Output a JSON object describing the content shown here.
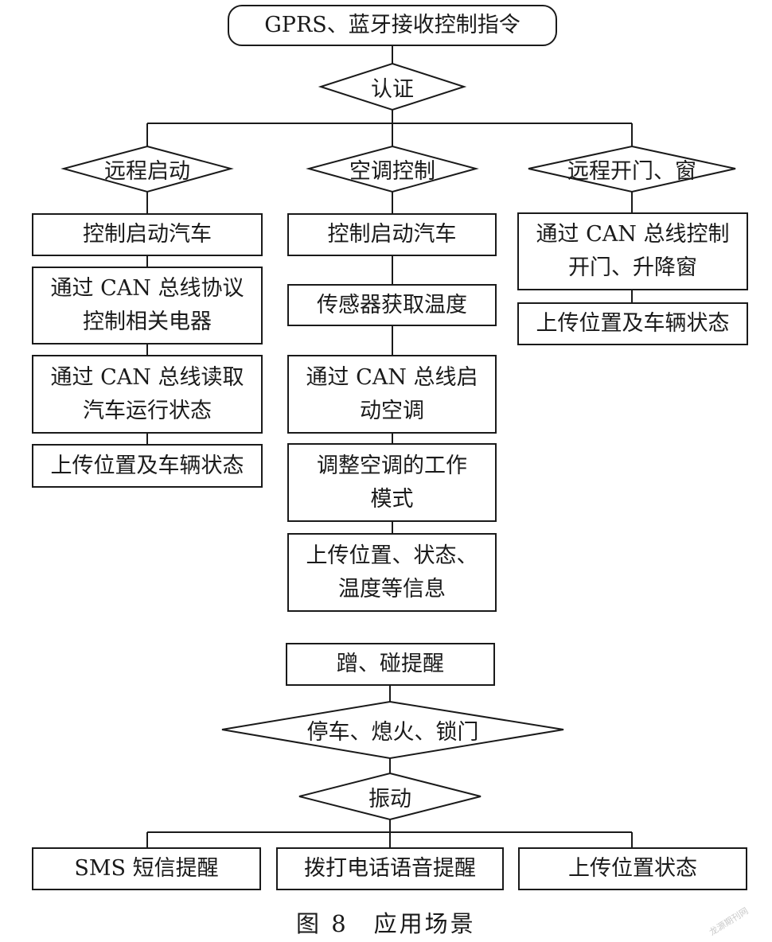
{
  "top": {
    "start": "GPRS、蓝牙接收控制指令",
    "auth": "认证"
  },
  "branches": {
    "remote_start": {
      "decision": "远程启动",
      "steps": [
        "控制启动汽车",
        "通过 CAN 总线协议\n控制相关电器",
        "通过 CAN 总线读取\n汽车运行状态",
        "上传位置及车辆状态"
      ]
    },
    "air_conditioning": {
      "decision": "空调控制",
      "steps": [
        "控制启动汽车",
        "传感器获取温度",
        "通过 CAN 总线启\n动空调",
        "调整空调的工作\n模式",
        "上传位置、状态、\n温度等信息"
      ]
    },
    "remote_door_window": {
      "decision": "远程开门、窗",
      "steps": [
        "通过 CAN 总线控制\n开门、升降窗",
        "上传位置及车辆状态"
      ]
    }
  },
  "alert_flow": {
    "trigger": "蹭、碰提醒",
    "condition": "停车、熄火、锁门",
    "vibration": "振动",
    "actions": [
      "SMS 短信提醒",
      "拨打电话语音提醒",
      "上传位置状态"
    ]
  },
  "caption": "图 8　应用场景",
  "watermark": "龙源期刊网",
  "colors": {
    "stroke": "#1a1a1a",
    "background": "#ffffff",
    "watermark": "#c9c9c9"
  }
}
